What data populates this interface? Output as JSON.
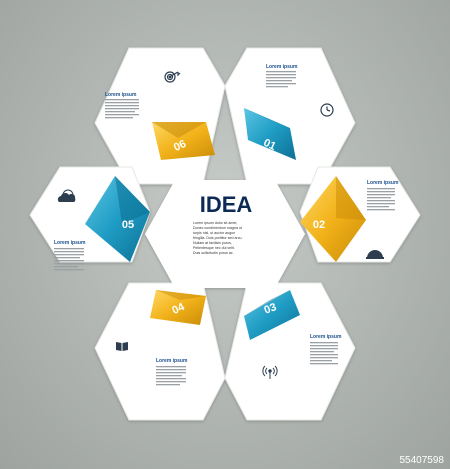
{
  "center": {
    "title": "IDEA",
    "text_lines": [
      "Lorem ipsum dolor sit amet,",
      "Donec condimentum magna ut",
      "turpis nisl, ut auctor augue",
      "fringilla. Duis porttitor sed arcu.",
      "Nullam at facilisis purus,",
      "Pellentesque nec dui velit.",
      "Duis sollicitudin purus ac."
    ]
  },
  "steps": [
    {
      "number": "01",
      "label": "Lorem ipsum",
      "icon": "clock-icon",
      "color": "#1f9cc4"
    },
    {
      "number": "02",
      "label": "Lorem ipsum",
      "icon": "person-icon",
      "color": "#f2b21a"
    },
    {
      "number": "03",
      "label": "Lorem ipsum",
      "icon": "antenna-icon",
      "color": "#1f9cc4"
    },
    {
      "number": "04",
      "label": "Lorem ipsum",
      "icon": "book-icon",
      "color": "#f2b21a"
    },
    {
      "number": "05",
      "label": "Lorem ipsum",
      "icon": "cloud-sun-icon",
      "color": "#1f9cc4"
    },
    {
      "number": "06",
      "label": "Lorem ipsum",
      "icon": "target-icon",
      "color": "#f2b21a"
    }
  ],
  "watermark": "55407598",
  "colors": {
    "blue": "#1f9cc4",
    "yellow": "#f2b21a",
    "card": "#ffffff",
    "background": "#b2b7b3"
  }
}
